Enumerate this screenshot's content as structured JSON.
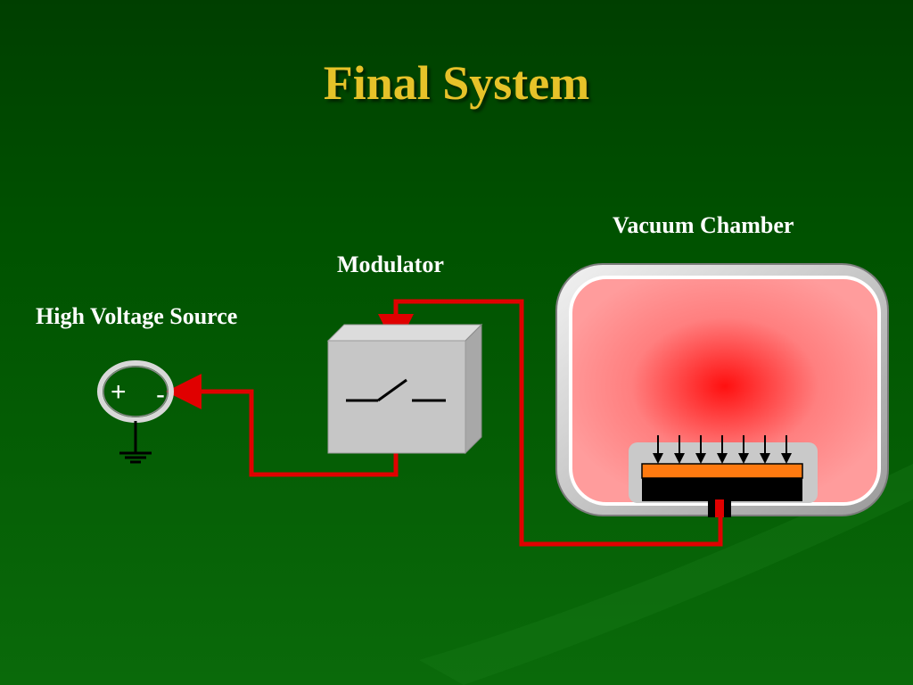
{
  "slide": {
    "title": "Final System"
  },
  "labels": {
    "high_voltage_source": "High Voltage Source",
    "modulator": "Modulator",
    "vacuum_chamber": "Vacuum Chamber"
  },
  "source": {
    "plus": "+",
    "minus": "-"
  },
  "colors": {
    "background": "#005200",
    "title": "#e6c229",
    "wire": "#e00000",
    "modulator_box": "#c6c6c6",
    "chamber_plasma": "#ff9898",
    "target_layer": "#ff7a10"
  }
}
